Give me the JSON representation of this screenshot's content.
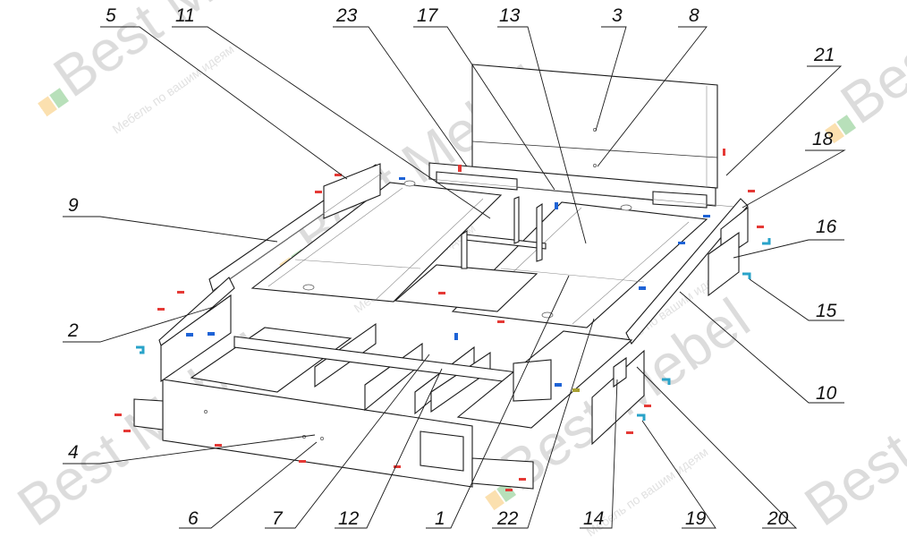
{
  "watermark": {
    "brand": "Best Mebel",
    "slogan": "Мебель по вашим идеям",
    "colors": [
      "#f5a623",
      "#4caf50",
      "#f06292"
    ]
  },
  "callouts": [
    {
      "label": "5"
    },
    {
      "label": "11"
    },
    {
      "label": "23"
    },
    {
      "label": "17"
    },
    {
      "label": "13"
    },
    {
      "label": "3"
    },
    {
      "label": "8"
    },
    {
      "label": "21"
    },
    {
      "label": "18"
    },
    {
      "label": "9"
    },
    {
      "label": "16"
    },
    {
      "label": "15"
    },
    {
      "label": "2"
    },
    {
      "label": "10"
    },
    {
      "label": "4"
    },
    {
      "label": "6"
    },
    {
      "label": "7"
    },
    {
      "label": "12"
    },
    {
      "label": "1"
    },
    {
      "label": "22"
    },
    {
      "label": "14"
    },
    {
      "label": "19"
    },
    {
      "label": "20"
    }
  ],
  "colors": {
    "line": "#1a1a1a",
    "fastener_red": "#e53935",
    "fastener_blue": "#1e63d6",
    "fastener_cyan": "#29a3c9",
    "fastener_olive": "#a8a032",
    "watermark": "#d9d9d9"
  }
}
